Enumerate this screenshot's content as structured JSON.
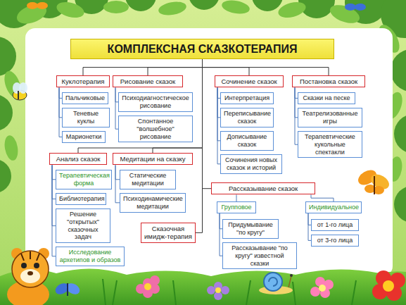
{
  "diagram": {
    "nodes": [
      {
        "text": [
          "КОМПЛЕКСНАЯ СКАЗКОТЕРАПИЯ"
        ]
      },
      {
        "text": [
          "Куклотерапия"
        ]
      },
      {
        "text": [
          "Рисование сказок"
        ]
      },
      {
        "text": [
          "Сочинение сказок"
        ]
      },
      {
        "text": [
          "Постановка сказок"
        ]
      },
      {
        "text": [
          "Пальчиковые"
        ]
      },
      {
        "text": [
          "Теневые куклы"
        ]
      },
      {
        "text": [
          "Марионетки"
        ]
      },
      {
        "text": [
          "Психодиагностическое рисование"
        ]
      },
      {
        "text": [
          "Спонтанное \"волшебное\" рисование"
        ]
      },
      {
        "text": [
          "Интерпретация"
        ]
      },
      {
        "text": [
          "Переписывание сказок"
        ]
      },
      {
        "text": [
          "Дописывание сказок"
        ]
      },
      {
        "text": [
          "Сочинения новых сказок и историй"
        ]
      },
      {
        "text": [
          "Сказки на песке"
        ]
      },
      {
        "text": [
          "Театрелизованные игры"
        ]
      },
      {
        "text": [
          "Терапевтические кукольные спектакли"
        ]
      },
      {
        "text": [
          "Анализ сказок"
        ]
      },
      {
        "text": [
          "Медитации на сказку"
        ]
      },
      {
        "text": [
          "Терапевтическая форма"
        ]
      },
      {
        "text": [
          "Библиотерапия"
        ]
      },
      {
        "text": [
          "Решение \"открытых\" сказочных задач"
        ]
      },
      {
        "text": [
          "Исследование архетипов и образов"
        ]
      },
      {
        "text": [
          "Статические медитации"
        ]
      },
      {
        "text": [
          "Психодинамические медитации"
        ]
      },
      {
        "text": [
          "Сказочная имидж-терапия"
        ]
      },
      {
        "text": [
          "Рассказывание сказок"
        ]
      },
      {
        "text": [
          "Групповое"
        ]
      },
      {
        "text": [
          "Индивидуальное"
        ]
      },
      {
        "text": [
          "Придумывание \"по кругу\""
        ]
      },
      {
        "text": [
          "Рассказывание \"по кругу\" известной сказки"
        ]
      },
      {
        "text": [
          "от 1-го лица"
        ]
      },
      {
        "text": [
          "от 3-го лица"
        ]
      }
    ],
    "edges": [
      {
        "from": 0,
        "to": 1,
        "arrow": "none"
      },
      {
        "from": 0,
        "to": 2,
        "arrow": "none"
      },
      {
        "from": 0,
        "to": 3,
        "arrow": "none"
      },
      {
        "from": 0,
        "to": 4,
        "arrow": "none"
      },
      {
        "from": 1,
        "to": 5,
        "arrow": "none"
      },
      {
        "from": 1,
        "to": 6,
        "arrow": "none"
      },
      {
        "from": 1,
        "to": 7,
        "arrow": "none"
      },
      {
        "from": 2,
        "to": 8,
        "arrow": "none"
      },
      {
        "from": 2,
        "to": 9,
        "arrow": "none"
      },
      {
        "from": 3,
        "to": 10,
        "arrow": "none"
      },
      {
        "from": 3,
        "to": 11,
        "arrow": "none"
      },
      {
        "from": 3,
        "to": 12,
        "arrow": "none"
      },
      {
        "from": 3,
        "to": 13,
        "arrow": "none"
      },
      {
        "from": 4,
        "to": 14,
        "arrow": "none"
      },
      {
        "from": 4,
        "to": 15,
        "arrow": "none"
      },
      {
        "from": 4,
        "to": 16,
        "arrow": "none"
      },
      {
        "from": 0,
        "to": 17,
        "arrow": "none"
      },
      {
        "from": 0,
        "to": 18,
        "arrow": "none"
      },
      {
        "from": 17,
        "to": 19,
        "arrow": "none"
      },
      {
        "from": 17,
        "to": 20,
        "arrow": "none"
      },
      {
        "from": 17,
        "to": 21,
        "arrow": "none"
      },
      {
        "from": 17,
        "to": 22,
        "arrow": "none"
      },
      {
        "from": 18,
        "to": 23,
        "arrow": "none"
      },
      {
        "from": 18,
        "to": 24,
        "arrow": "none"
      },
      {
        "from": 0,
        "to": 25,
        "arrow": "none"
      },
      {
        "from": 0,
        "to": 26,
        "arrow": "none"
      },
      {
        "from": 26,
        "to": 27,
        "arrow": "none"
      },
      {
        "from": 26,
        "to": 28,
        "arrow": "none"
      },
      {
        "from": 27,
        "to": 29,
        "arrow": "none"
      },
      {
        "from": 27,
        "to": 30,
        "arrow": "none"
      },
      {
        "from": 28,
        "to": 31,
        "arrow": "none"
      },
      {
        "from": 28,
        "to": 32,
        "arrow": "none"
      }
    ]
  }
}
